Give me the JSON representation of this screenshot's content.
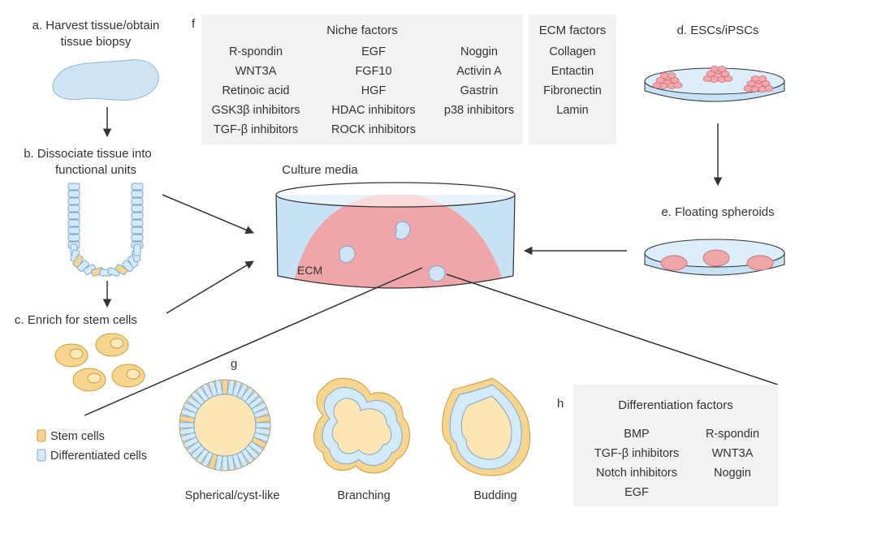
{
  "steps": {
    "a_line1": "a. Harvest tissue/obtain",
    "a_line2": "tissue biopsy",
    "b_line1": "b. Dissociate tissue into",
    "b_line2": "functional units",
    "c": "c. Enrich for stem cells",
    "d": "d. ESCs/iPSCs",
    "e": "e. Floating spheroids"
  },
  "panel_letters": {
    "f": "f",
    "g": "g",
    "h": "h"
  },
  "niche_factors": {
    "title": "Niche factors",
    "col1": [
      "R-spondin",
      "WNT3A",
      "Retinoic acid",
      "GSK3β inhibitors",
      "TGF-β inhibitors"
    ],
    "col2": [
      "EGF",
      "FGF10",
      "HGF",
      "HDAC inhibitors",
      "ROCK inhibitors"
    ],
    "col3": [
      "Noggin",
      "Activin A",
      "Gastrin",
      "p38 inhibitors"
    ]
  },
  "ecm_factors": {
    "title": "ECM factors",
    "items": [
      "Collagen",
      "Entactin",
      "Fibronectin",
      "Lamin"
    ]
  },
  "culture": {
    "label": "Culture media",
    "ecm_label": "ECM"
  },
  "legend": {
    "stem": "Stem cells",
    "differentiated": "Differentiated cells"
  },
  "organoid_types": {
    "spherical": "Spherical/cyst-like",
    "branching": "Branching",
    "budding": "Budding"
  },
  "differentiation_factors": {
    "title": "Differentiation factors",
    "col1": [
      "BMP",
      "TGF-β inhibitors",
      "Notch inhibitors",
      "EGF"
    ],
    "col2": [
      "R-spondin",
      "WNT3A",
      "Noggin"
    ]
  },
  "colors": {
    "panel_bg": "#f2f2f2",
    "tissue_blue": "#cfe5f5",
    "media_blue": "#c8e2f5",
    "ecm_pink": "#f0a5a8",
    "stem_yellow": "#f7d58f",
    "cell_blue": "#d3eafa",
    "outline": "#333333",
    "cell_outline": "#7fa8c8"
  }
}
